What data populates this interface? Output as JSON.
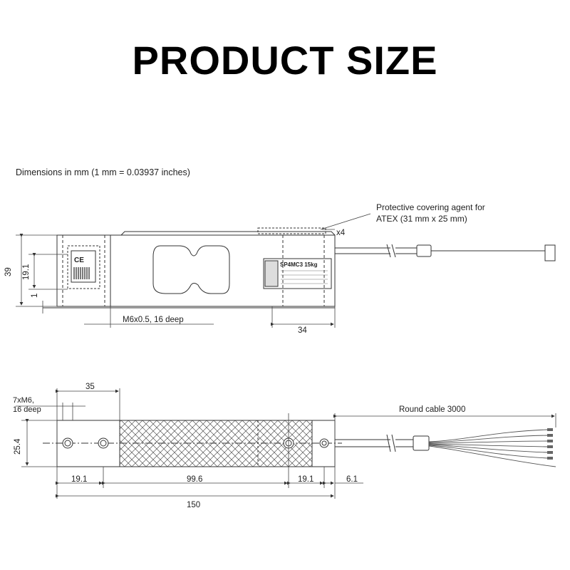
{
  "heading": "PRODUCT SIZE",
  "caption": "Dimensions in mm (1 mm = 0.03937 inches)",
  "side_view": {
    "note_line1": "Protective covering agent for",
    "note_line2": "ATEX (31 mm x 25 mm)",
    "qty": "x4",
    "dim_height": "39",
    "dim_inner": "19.1",
    "dim_base": "1",
    "thread": "M6x0.5, 16 deep",
    "dim_right": "34",
    "label_model": "SP4MC3 15kg"
  },
  "top_view": {
    "dim_35": "35",
    "holes_line1": "7xM6,",
    "holes_line2": "16 deep",
    "cable": "Round cable 3000",
    "dim_width": "25.4",
    "dim_a": "19.1",
    "dim_b": "99.6",
    "dim_c": "19.1",
    "dim_d": "6.1",
    "dim_total": "150"
  },
  "colors": {
    "line": "#333333",
    "dim": "#444444",
    "text": "#222222"
  }
}
